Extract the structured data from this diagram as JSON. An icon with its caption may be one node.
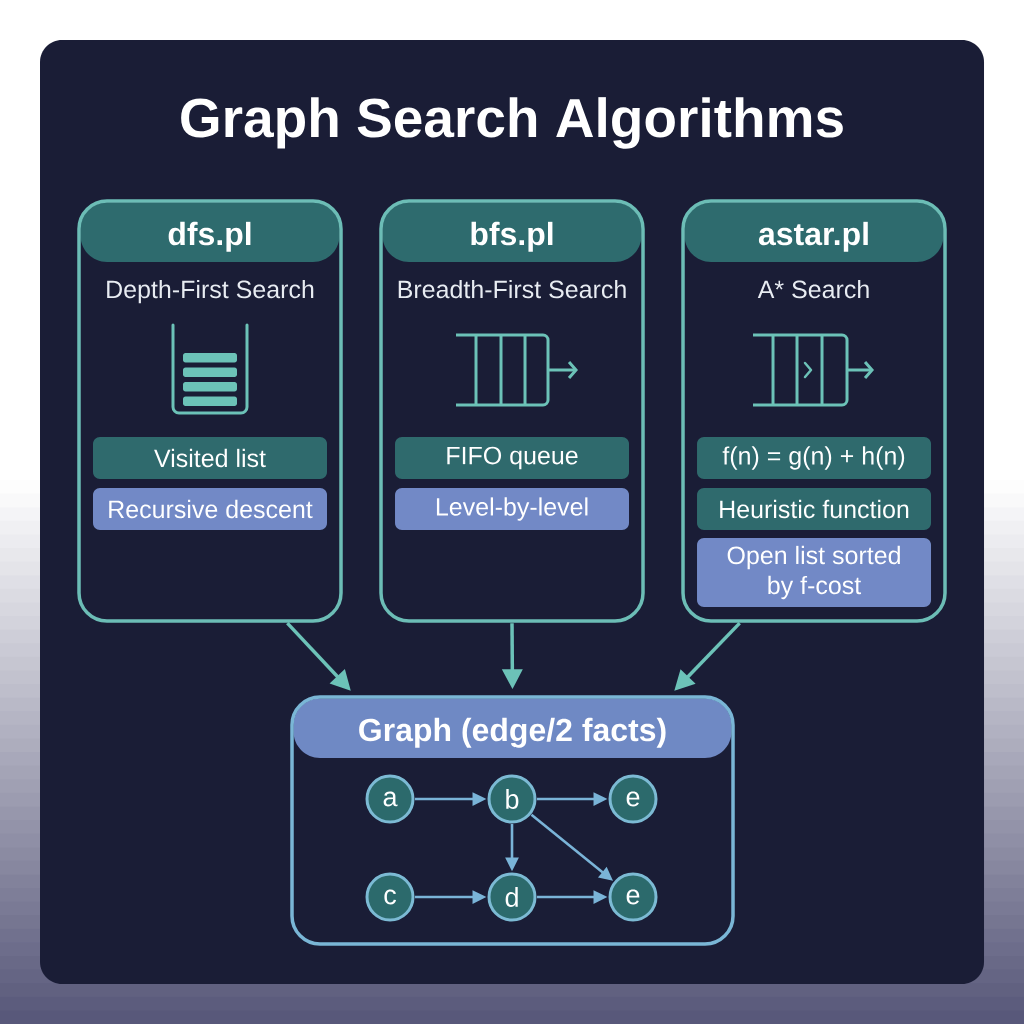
{
  "diagram": {
    "title": "Graph Search Algorithms",
    "nodes": [
      {
        "text": [
          "dfs.pl",
          "Depth-First Search"
        ]
      },
      {
        "text": [
          "Visited list"
        ],
        "in": 0
      },
      {
        "text": [
          "Recursive descent"
        ],
        "in": 0
      },
      {
        "text": [
          "bfs.pl",
          "Breadth-First Search"
        ]
      },
      {
        "text": [
          "FIFO queue"
        ],
        "in": 3
      },
      {
        "text": [
          "Level-by-level"
        ],
        "in": 3
      },
      {
        "text": [
          "astar.pl",
          "A* Search"
        ]
      },
      {
        "text": [
          "f(n) = g(n) + h(n)"
        ],
        "in": 6
      },
      {
        "text": [
          "Heuristic function"
        ],
        "in": 6
      },
      {
        "text": [
          "Open list sorted by f-cost"
        ],
        "in": 6
      },
      {
        "text": [
          "Graph (edge/2 facts)"
        ]
      },
      {
        "text": [
          "a"
        ],
        "in": 10
      },
      {
        "text": [
          "b"
        ],
        "in": 10
      },
      {
        "text": [
          "e"
        ],
        "in": 10
      },
      {
        "text": [
          "c"
        ],
        "in": 10
      },
      {
        "text": [
          "d"
        ],
        "in": 10
      },
      {
        "text": [
          "e"
        ],
        "in": 10
      }
    ],
    "edges": [
      {
        "from": 0,
        "to": 10,
        "arrow": "to",
        "color": "#6cc2b8"
      },
      {
        "from": 3,
        "to": 10,
        "arrow": "to",
        "color": "#6cc2b8"
      },
      {
        "from": 6,
        "to": 10,
        "arrow": "to",
        "color": "#6cc2b8"
      },
      {
        "from": 11,
        "to": 12,
        "arrow": "to"
      },
      {
        "from": 12,
        "to": 13,
        "arrow": "to"
      },
      {
        "from": 12,
        "to": 15,
        "arrow": "to"
      },
      {
        "from": 12,
        "to": 16,
        "arrow": "to"
      },
      {
        "from": 14,
        "to": 15,
        "arrow": "to"
      },
      {
        "from": 15,
        "to": 16,
        "arrow": "to"
      }
    ]
  }
}
